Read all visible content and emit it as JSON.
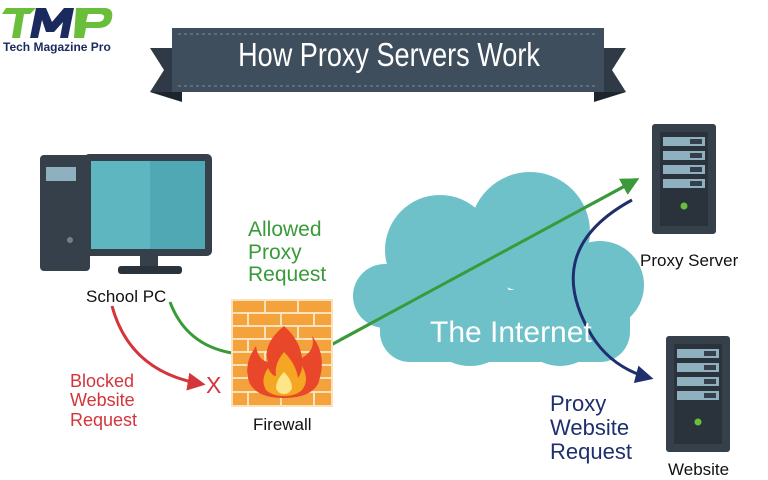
{
  "logo": {
    "mark": "TMP",
    "text": "Tech Magazine Pro"
  },
  "title": "How Proxy Servers Work",
  "nodes": {
    "school_pc": "School PC",
    "firewall": "Firewall",
    "internet": "The Internet",
    "proxy_server": "Proxy Server",
    "website": "Website"
  },
  "flows": {
    "allowed": [
      "Allowed",
      "Proxy",
      "Request"
    ],
    "blocked": [
      "Blocked",
      "Website",
      "Request"
    ],
    "blocked_mark": "X",
    "proxy_website": [
      "Proxy",
      "Website",
      "Request"
    ]
  },
  "colors": {
    "banner": "#3f4e5c",
    "banner_dark": "#2f3a46",
    "allowed_arrow": "#3a9a3a",
    "blocked_arrow": "#d3353a",
    "proxy_arrow": "#1f2f6e",
    "cloud": "#6fc1c9",
    "brick": "#f3a23c",
    "server": "#35404b",
    "logo_green": "#6abf3a"
  },
  "icons": [
    "computer-icon",
    "firewall-icon",
    "cloud-icon",
    "server-icon",
    "server-icon"
  ]
}
